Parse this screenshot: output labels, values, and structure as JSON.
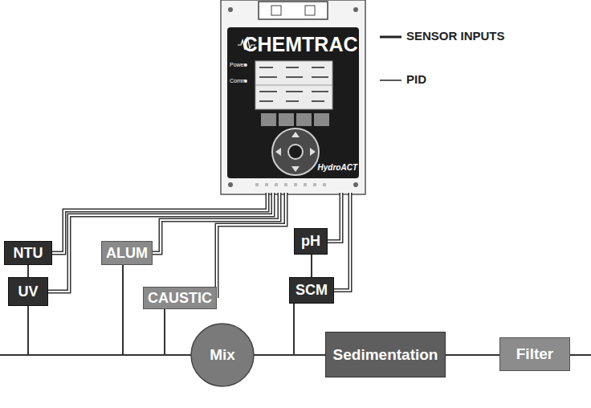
{
  "diagram": {
    "nodes": [
      {
        "text": [
          "CHEMTRAC",
          "HydroACT"
        ]
      },
      {
        "text": [
          "NTU"
        ]
      },
      {
        "text": [
          "UV"
        ]
      },
      {
        "text": [
          "ALUM"
        ]
      },
      {
        "text": [
          "CAUSTIC"
        ]
      },
      {
        "text": [
          "pH"
        ]
      },
      {
        "text": [
          "SCM"
        ]
      },
      {
        "text": [
          "Mix"
        ]
      },
      {
        "text": [
          "Sedimentation"
        ]
      },
      {
        "text": [
          "Filter"
        ]
      }
    ],
    "edges": [
      {
        "from": 0,
        "to": 1,
        "arrow": "none"
      },
      {
        "from": 0,
        "to": 2,
        "arrow": "none"
      },
      {
        "from": 0,
        "to": 3,
        "arrow": "none"
      },
      {
        "from": 0,
        "to": 4,
        "arrow": "none"
      },
      {
        "from": 0,
        "to": 5,
        "arrow": "none"
      },
      {
        "from": 0,
        "to": 6,
        "arrow": "none"
      },
      {
        "from": 1,
        "to": 2,
        "arrow": "none"
      },
      {
        "from": 5,
        "to": 6,
        "arrow": "none"
      },
      {
        "from": 7,
        "to": 8,
        "arrow": "none"
      },
      {
        "from": 8,
        "to": 9,
        "arrow": "none"
      }
    ],
    "labels": [
      "Power",
      "Comm"
    ],
    "legend": [
      {
        "text": "SENSOR INPUTS"
      },
      {
        "text": "PID"
      }
    ]
  }
}
